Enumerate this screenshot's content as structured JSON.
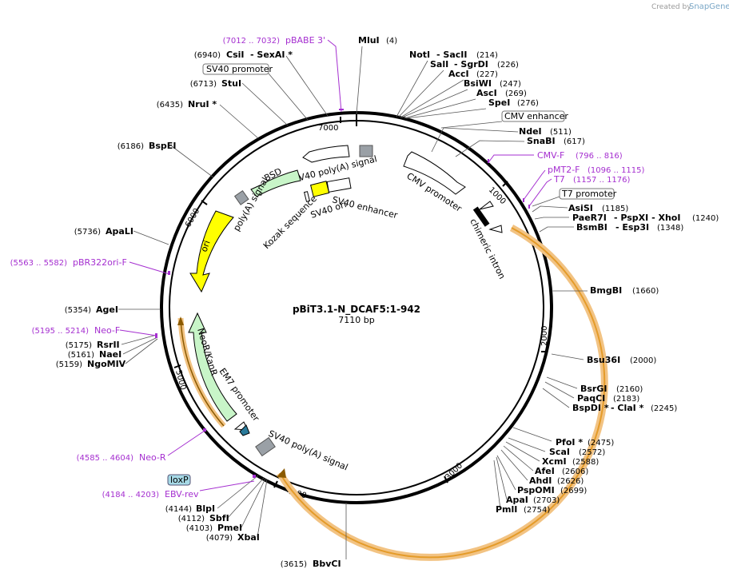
{
  "credit": {
    "created_by": "Created by",
    "brand": "SnapGene"
  },
  "plasmid": {
    "name": "pBiT3.1-N_DCAF5:1-942",
    "size": "7110 bp"
  },
  "ticks": [
    "1000",
    "2000",
    "3000",
    "4000",
    "5000",
    "6000",
    "7000"
  ],
  "enzymes": [
    {
      "name": "MluI",
      "pos": "(4)"
    },
    {
      "name": "NotI",
      "suffix": "- SacII",
      "pos": "(214)"
    },
    {
      "name": "SalI",
      "suffix": "- SgrDI",
      "pos": "(226)"
    },
    {
      "name": "AccI",
      "pos": "(227)"
    },
    {
      "name": "BsiWI",
      "pos": "(247)"
    },
    {
      "name": "AscI",
      "pos": "(269)"
    },
    {
      "name": "SpeI",
      "pos": "(276)"
    },
    {
      "name": "NdeI",
      "pos": "(511)"
    },
    {
      "name": "SnaBI",
      "pos": "(617)"
    },
    {
      "name": "AsiSI",
      "pos": "(1185)"
    },
    {
      "name": "PaeR7I",
      "suffix": "- PspXI  - XhoI",
      "pos": "(1240)"
    },
    {
      "name": "BsmBI",
      "suffix": "- Esp3I",
      "pos": "(1348)"
    },
    {
      "name": "BmgBI",
      "pos": "(1660)"
    },
    {
      "name": "Bsu36I",
      "pos": "(2000)"
    },
    {
      "name": "BsrGI",
      "pos": "(2160)"
    },
    {
      "name": "PaqCI",
      "pos": "(2183)"
    },
    {
      "name": "BspDI *",
      "suffix": "- ClaI *",
      "pos": "(2245)"
    },
    {
      "name": "PfoI *",
      "pos": "(2475)"
    },
    {
      "name": "ScaI",
      "pos": "(2572)"
    },
    {
      "name": "XcmI",
      "pos": "(2588)"
    },
    {
      "name": "AfeI",
      "pos": "(2606)"
    },
    {
      "name": "AhdI",
      "pos": "(2626)"
    },
    {
      "name": "PspOMI",
      "pos": "(2699)"
    },
    {
      "name": "ApaI",
      "pos": "(2703)"
    },
    {
      "name": "PmlI",
      "pos": "(2754)"
    },
    {
      "name": "BbvCI",
      "pos": "(3615)"
    },
    {
      "name": "XbaI",
      "pos": "(4079)"
    },
    {
      "name": "PmeI",
      "pos": "(4103)"
    },
    {
      "name": "SbfI",
      "pos": "(4112)"
    },
    {
      "name": "BlpI",
      "pos": "(4144)"
    },
    {
      "name": "NgoMIV",
      "pos": "(5159)"
    },
    {
      "name": "NaeI",
      "pos": "(5161)"
    },
    {
      "name": "RsrII",
      "pos": "(5175)"
    },
    {
      "name": "AgeI",
      "pos": "(5354)"
    },
    {
      "name": "ApaLI",
      "pos": "(5736)"
    },
    {
      "name": "BspEI",
      "pos": "(6186)"
    },
    {
      "name": "NruI *",
      "pos": "(6435)"
    },
    {
      "name": "StuI",
      "pos": "(6713)"
    },
    {
      "name": "CsiI",
      "suffix": "- SexAI *",
      "pos": "(6940)"
    }
  ],
  "primers": [
    {
      "name": "pBABE 3'",
      "range": "(7012 .. 7032)"
    },
    {
      "name": "CMV-F",
      "range": "(796 .. 816)"
    },
    {
      "name": "pMT2-F",
      "range": "(1096 .. 1115)"
    },
    {
      "name": "T7",
      "range": "(1157 .. 1176)"
    },
    {
      "name": "pBR322ori-F",
      "range": "(5563 .. 5582)"
    },
    {
      "name": "Neo-F",
      "range": "(5195 .. 5214)"
    },
    {
      "name": "Neo-R",
      "range": "(4585 .. 4604)"
    },
    {
      "name": "EBV-rev",
      "range": "(4184 .. 4203)"
    }
  ],
  "boxed_labels": {
    "sv40_promoter": "SV40 promoter",
    "cmv_enhancer": "CMV enhancer",
    "t7_promoter": "T7 promoter",
    "loxp": "loxP"
  },
  "features": {
    "sv40_polya_top": "SV40 poly(A) signal",
    "bsd": "BSD",
    "polya_signal": "poly(A) signal",
    "sv40_enhancer": "SV40 enhancer",
    "sv40_ori": "SV40 ori",
    "kozak": "Kozak sequence",
    "cmv_promoter": "CMV promoter",
    "chimeric_intron": "chimeric intron",
    "ori": "ori",
    "neor": "NeoR/KanR",
    "em7": "EM7 promoter",
    "sv40_polya_bottom": "SV40 poly(A) signal"
  },
  "colors": {
    "primer": "#a52fd0",
    "bsd": "#c8f5c8",
    "ori": "#ffff00",
    "orf": "#f2c383",
    "grey": "#9aa0a6",
    "loxp": "#a6d9e6"
  }
}
